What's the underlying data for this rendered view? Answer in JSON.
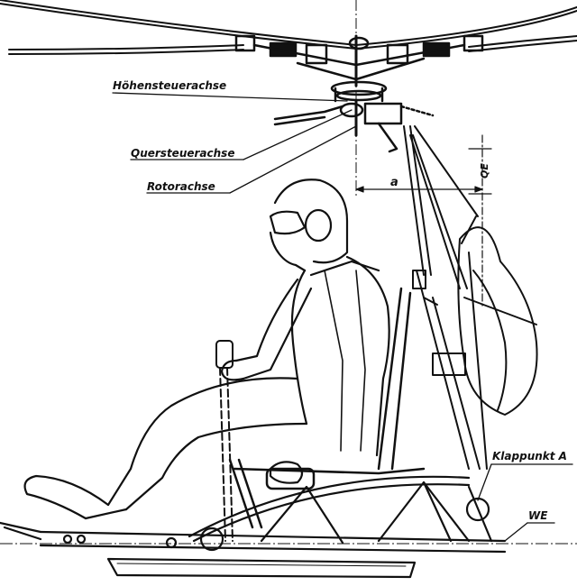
{
  "labels": {
    "hoehensteuerachse": "Höhensteuerachse",
    "quersteuerachse": "Quersteuerachse",
    "rotorachse": "Rotorachse",
    "dim_a": "a",
    "dim_qe": "QE",
    "klappunkt": "Klappunkt A",
    "we": "WE"
  }
}
